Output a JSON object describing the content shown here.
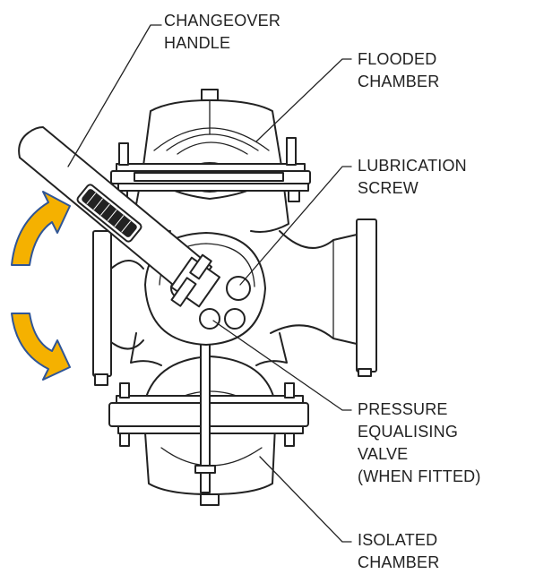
{
  "labels": {
    "changeover_handle": [
      "CHANGEOVER",
      "HANDLE"
    ],
    "flooded_chamber": [
      "FLOODED",
      "CHAMBER"
    ],
    "lubrication_screw": [
      "LUBRICATION",
      "SCREW"
    ],
    "pressure_equalising_valve": [
      "PRESSURE",
      "EQUALISING",
      "VALVE",
      "(WHEN FITTED)"
    ],
    "isolated_chamber": [
      "ISOLATED",
      "CHAMBER"
    ]
  },
  "colors": {
    "arrow_fill": "#F5B100",
    "arrow_outline": "#2F5597",
    "line": "#222222"
  },
  "icons": {
    "rotate_up": "curved-arrow-up-icon",
    "rotate_down": "curved-arrow-down-icon"
  }
}
